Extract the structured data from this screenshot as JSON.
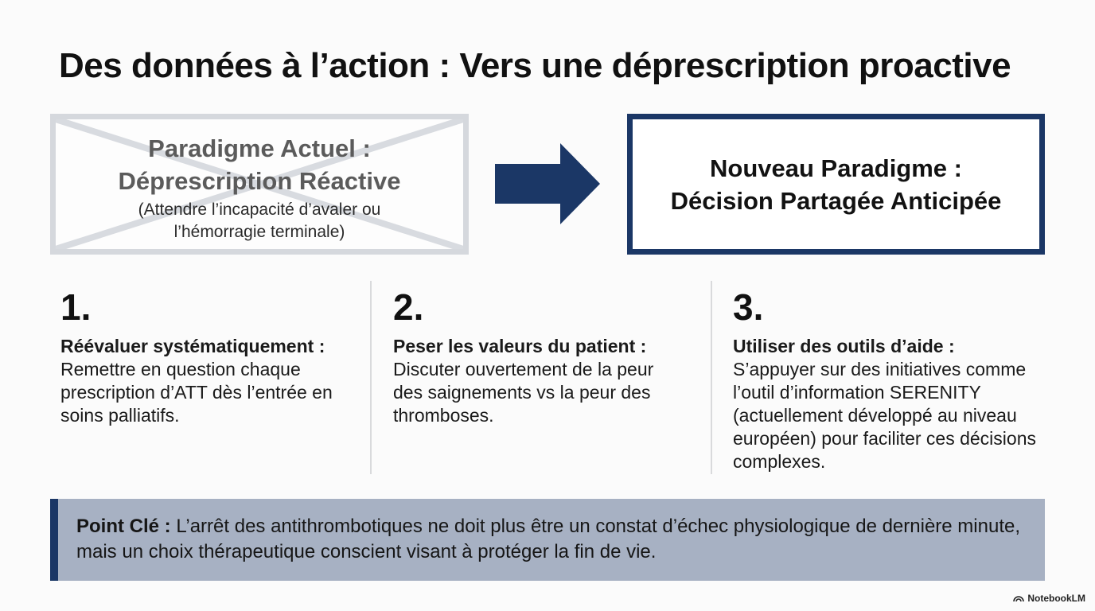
{
  "title": "Des données à l’action : Vers une déprescription proactive",
  "old_paradigm": {
    "heading_line1": "Paradigme Actuel :",
    "heading_line2": "Déprescription Réactive",
    "sub_line1": "(Attendre l’incapacité d’avaler ou",
    "sub_line2": "l’hémorragie terminale)"
  },
  "new_paradigm": {
    "heading_line1": "Nouveau Paradigme :",
    "heading_line2": "Décision Partagée Anticipée"
  },
  "steps": [
    {
      "number": "1.",
      "title": "Réévaluer systématiquement :",
      "text": "Remettre en question chaque prescription d’ATT dès l’entrée en soins palliatifs."
    },
    {
      "number": "2.",
      "title": "Peser les valeurs du patient :",
      "text": "Discuter ouvertement de la peur des saignements vs la peur des thromboses."
    },
    {
      "number": "3.",
      "title": "Utiliser des outils d’aide :",
      "text": "S’appuyer sur des initiatives comme l’outil d’information SERENITY (actuellement développé au niveau européen) pour faciliter ces décisions complexes."
    }
  ],
  "key_point": {
    "label": "Point Clé :",
    "text": "L’arrêt des antithrombotiques ne doit plus être un constat d’échec physiologique de dernière minute, mais un choix thérapeutique conscient visant à protéger la fin de vie."
  },
  "brand": "NotebookLM",
  "colors": {
    "navy": "#1b3766",
    "old_border": "#d5d8dd",
    "key_bg": "#a7b1c3"
  }
}
